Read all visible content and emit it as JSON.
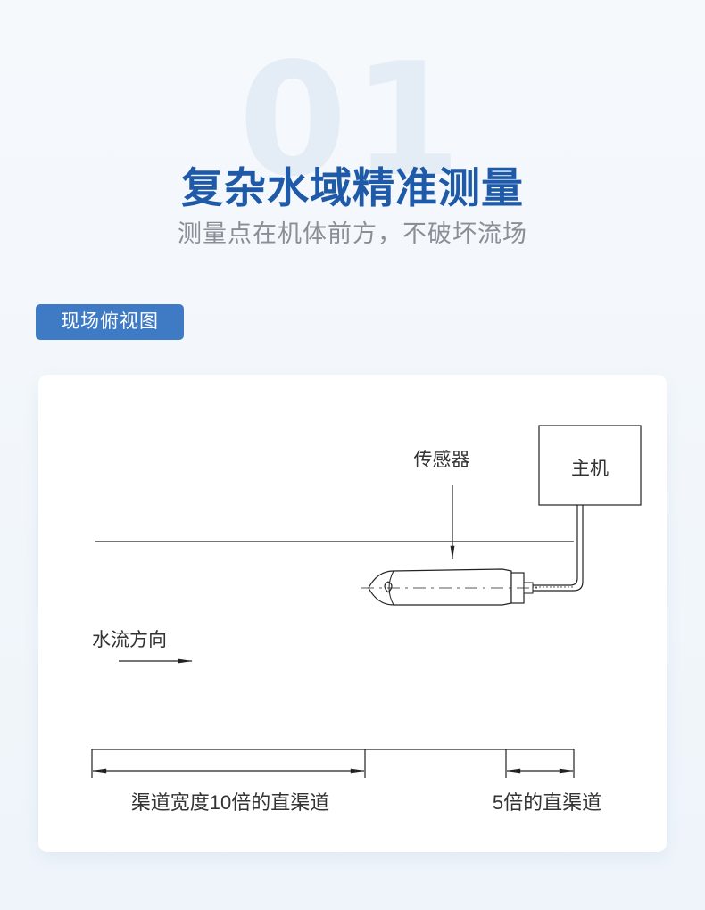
{
  "header": {
    "number": "01",
    "title": "复杂水域精准测量",
    "subtitle": "测量点在机体前方，不破坏流场"
  },
  "section": {
    "tag": "现场俯视图"
  },
  "diagram": {
    "host_label": "主机",
    "sensor_label": "传感器",
    "flow_label": "水流方向",
    "dim_left_label": "渠道宽度10倍的直渠道",
    "dim_right_label": "5倍的直渠道"
  },
  "colors": {
    "title": "#1f5aa8",
    "tag_bg": "#3f7bc4",
    "subtitle": "#8a8f96",
    "line": "#222222"
  }
}
